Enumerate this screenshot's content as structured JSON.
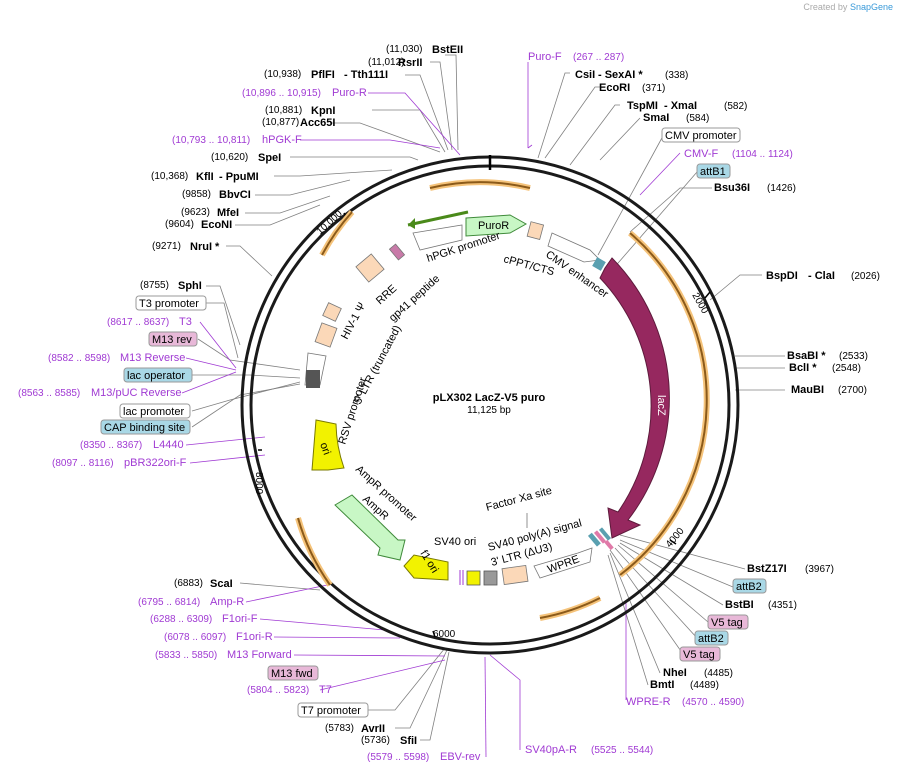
{
  "branding": {
    "created_by": "Created by",
    "product": "SnapGene"
  },
  "plasmid": {
    "name": "pLX302 LacZ-V5 puro",
    "length": "11,125 bp"
  },
  "ticks": [
    "2000",
    "4000",
    "6000",
    "8000",
    "10,000"
  ],
  "colors": {
    "primer": "#a03ad3",
    "orf": "#f5a623",
    "lacZ": "#96285f",
    "ori": "#f2f200",
    "marker": "#c8f7c5",
    "ltr": "#fbd8b8",
    "box_blue": "#a9d8e6",
    "box_pink": "#e8b8d8"
  },
  "enzymes_left": [
    {
      "pos": "(11,030)",
      "name": "BstEII"
    },
    {
      "pos": "(11,012)",
      "name": "RsrII"
    },
    {
      "pos": "(10,938)",
      "name": "PflFI",
      "alt": "-  Tth111I"
    },
    {
      "pos": "(10,881)",
      "name": "KpnI"
    },
    {
      "pos": "(10,877)",
      "name": "Acc65I"
    },
    {
      "pos": "(10,620)",
      "name": "SpeI"
    },
    {
      "pos": "(10,368)",
      "name": "KflI",
      "alt": "-  PpuMI"
    },
    {
      "pos": "(9858)",
      "name": "BbvCI"
    },
    {
      "pos": "(9623)",
      "name": "MfeI"
    },
    {
      "pos": "(9604)",
      "name": "EcoNI"
    },
    {
      "pos": "(9271)",
      "name": "NruI *"
    },
    {
      "pos": "(8755)",
      "name": "SphI"
    },
    {
      "pos": "(6883)",
      "name": "ScaI"
    },
    {
      "pos": "(5783)",
      "name": "AvrII"
    },
    {
      "pos": "(5736)",
      "name": "SfiI"
    }
  ],
  "enzymes_right": [
    {
      "name": "CsiI",
      "alt": "-  SexAI *",
      "pos": "(338)"
    },
    {
      "name": "EcoRI",
      "pos": "(371)"
    },
    {
      "name": "TspMI",
      "alt": "-  XmaI",
      "pos": "(582)"
    },
    {
      "name": "SmaI",
      "pos": "(584)"
    },
    {
      "name": "Bsu36I",
      "pos": "(1426)"
    },
    {
      "name": "BspDI",
      "alt": "-  ClaI",
      "pos": "(2026)"
    },
    {
      "name": "BsaBI *",
      "pos": "(2533)"
    },
    {
      "name": "BclI *",
      "pos": "(2548)"
    },
    {
      "name": "MauBI",
      "pos": "(2700)"
    },
    {
      "name": "BstZ17I",
      "pos": "(3967)"
    },
    {
      "name": "BstBI",
      "pos": "(4351)"
    },
    {
      "name": "NheI",
      "pos": "(4485)"
    },
    {
      "name": "BmtI",
      "pos": "(4489)"
    }
  ],
  "primers_left": [
    {
      "pos": "(10,896 .. 10,915)",
      "name": "Puro-R"
    },
    {
      "pos": "(10,793 .. 10,811)",
      "name": "hPGK-F"
    },
    {
      "pos": "(8617 .. 8637)",
      "name": "T3"
    },
    {
      "pos": "(8582 .. 8598)",
      "name": "M13 Reverse"
    },
    {
      "pos": "(8563 .. 8585)",
      "name": "M13/pUC Reverse"
    },
    {
      "pos": "(8350 .. 8367)",
      "name": "L4440"
    },
    {
      "pos": "(8097 .. 8116)",
      "name": "pBR322ori-F"
    },
    {
      "pos": "(6795 .. 6814)",
      "name": "Amp-R"
    },
    {
      "pos": "(6288 .. 6309)",
      "name": "F1ori-F"
    },
    {
      "pos": "(6078 .. 6097)",
      "name": "F1ori-R"
    },
    {
      "pos": "(5833 .. 5850)",
      "name": "M13 Forward"
    },
    {
      "pos": "(5804 .. 5823)",
      "name": "T7"
    },
    {
      "pos": "(5579 .. 5598)",
      "name": "EBV-rev"
    }
  ],
  "primers_right": [
    {
      "name": "Puro-F",
      "pos": "(267 .. 287)"
    },
    {
      "name": "CMV-F",
      "pos": "(1104 .. 1124)"
    },
    {
      "name": "WPRE-R",
      "pos": "(4570 .. 4590)"
    },
    {
      "name": "SV40pA-R",
      "pos": "(5525 .. 5544)"
    }
  ],
  "boxed_left": [
    {
      "label": "T3 promoter",
      "style": "white"
    },
    {
      "label": "M13 rev",
      "style": "pink"
    },
    {
      "label": "lac operator",
      "style": "blue"
    },
    {
      "label": "lac promoter",
      "style": "white"
    },
    {
      "label": "CAP binding site",
      "style": "blue"
    },
    {
      "label": "M13 fwd",
      "style": "pink"
    },
    {
      "label": "T7 promoter",
      "style": "white"
    }
  ],
  "boxed_right": [
    {
      "label": "CMV promoter",
      "style": "white"
    },
    {
      "label": "attB1",
      "style": "blue"
    },
    {
      "label": "attB2",
      "style": "blue"
    },
    {
      "label": "V5 tag",
      "style": "pink"
    },
    {
      "label": "attB2",
      "style": "blue"
    },
    {
      "label": "V5 tag",
      "style": "pink"
    }
  ],
  "features": {
    "lacZ": "lacZ",
    "ori": "ori",
    "ampr": "AmpR",
    "ampr_promoter": "AmpR promoter",
    "f1_ori": "f1 ori",
    "sv40_ori": "SV40 ori",
    "sv40_polya": "SV40 poly(A) signal",
    "ltr3": "3' LTR (ΔU3)",
    "wpre": "WPRE",
    "factor_xa": "Factor Xa site",
    "rsv": "RSV promoter",
    "ltr5": "5' LTR (truncated)",
    "hiv": "HIV-1 Ψ",
    "rre": "RRE",
    "gp41": "gp41 peptide",
    "hpgk": "hPGK promoter",
    "puror": "PuroR",
    "cppt": "cPPT/CTS",
    "cmv_enh": "CMV enhancer"
  }
}
